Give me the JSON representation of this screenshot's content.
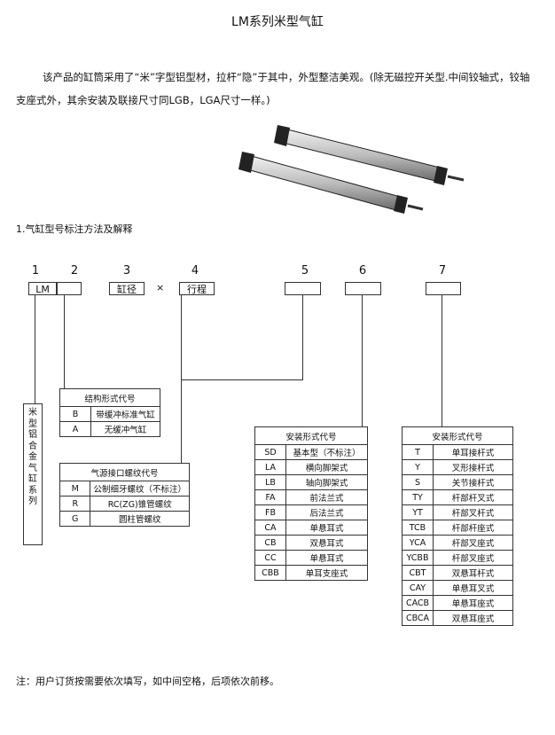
{
  "title": "LM系列米型气缸",
  "intro": "该产品的缸筒采用了“米”字型铝型材，拉杆“隐”于其中，外型整洁美观。(除无磁控开关型.中间铰轴式，铰轴支座式外，其余安装及联接尺寸同LGB，LGA尺寸一样。)",
  "section_title": "1.气缸型号标注方法及解释",
  "positions": [
    "1",
    "2",
    "3",
    "4",
    "5",
    "6",
    "7"
  ],
  "boxes": {
    "lm": "LM",
    "bore": "缸径",
    "times": "×",
    "stroke": "行程"
  },
  "series_label": "米型铝合金气缸系列",
  "structure": {
    "title": "结构形式代号",
    "rows": [
      [
        "B",
        "带缓冲标准气缸"
      ],
      [
        "A",
        "无缓冲气缸"
      ]
    ]
  },
  "port": {
    "title": "气源接口螺纹代号",
    "rows": [
      [
        "M",
        "公制细牙螺纹（不标注）"
      ],
      [
        "R",
        "RC(ZG)锥管螺纹"
      ],
      [
        "G",
        "圆柱管螺纹"
      ]
    ]
  },
  "mount": {
    "title": "安装形式代号",
    "rows": [
      [
        "SD",
        "基本型（不标注）"
      ],
      [
        "LA",
        "横向脚架式"
      ],
      [
        "LB",
        "轴向脚架式"
      ],
      [
        "FA",
        "前法兰式"
      ],
      [
        "FB",
        "后法兰式"
      ],
      [
        "CA",
        "单悬耳式"
      ],
      [
        "CB",
        "双悬耳式"
      ],
      [
        "CC",
        "单悬耳式"
      ],
      [
        "CBB",
        "单耳支座式"
      ]
    ]
  },
  "joint": {
    "title": "安装形式代号",
    "rows": [
      [
        "T",
        "单耳接杆式"
      ],
      [
        "Y",
        "叉形接杆式"
      ],
      [
        "S",
        "关节接杆式"
      ],
      [
        "TY",
        "杆部杆叉式"
      ],
      [
        "YT",
        "杆部叉杆式"
      ],
      [
        "TCB",
        "杆部杆座式"
      ],
      [
        "YCA",
        "杆部叉座式"
      ],
      [
        "YCBB",
        "杆部叉座式"
      ],
      [
        "CBT",
        "双悬耳杆式"
      ],
      [
        "CAY",
        "单悬耳叉式"
      ],
      [
        "CACB",
        "单悬耳座式"
      ],
      [
        "CBCA",
        "双悬耳座式"
      ]
    ]
  },
  "note": "注：用户订货按需要依次填写，如中间空格，后项依次前移。"
}
